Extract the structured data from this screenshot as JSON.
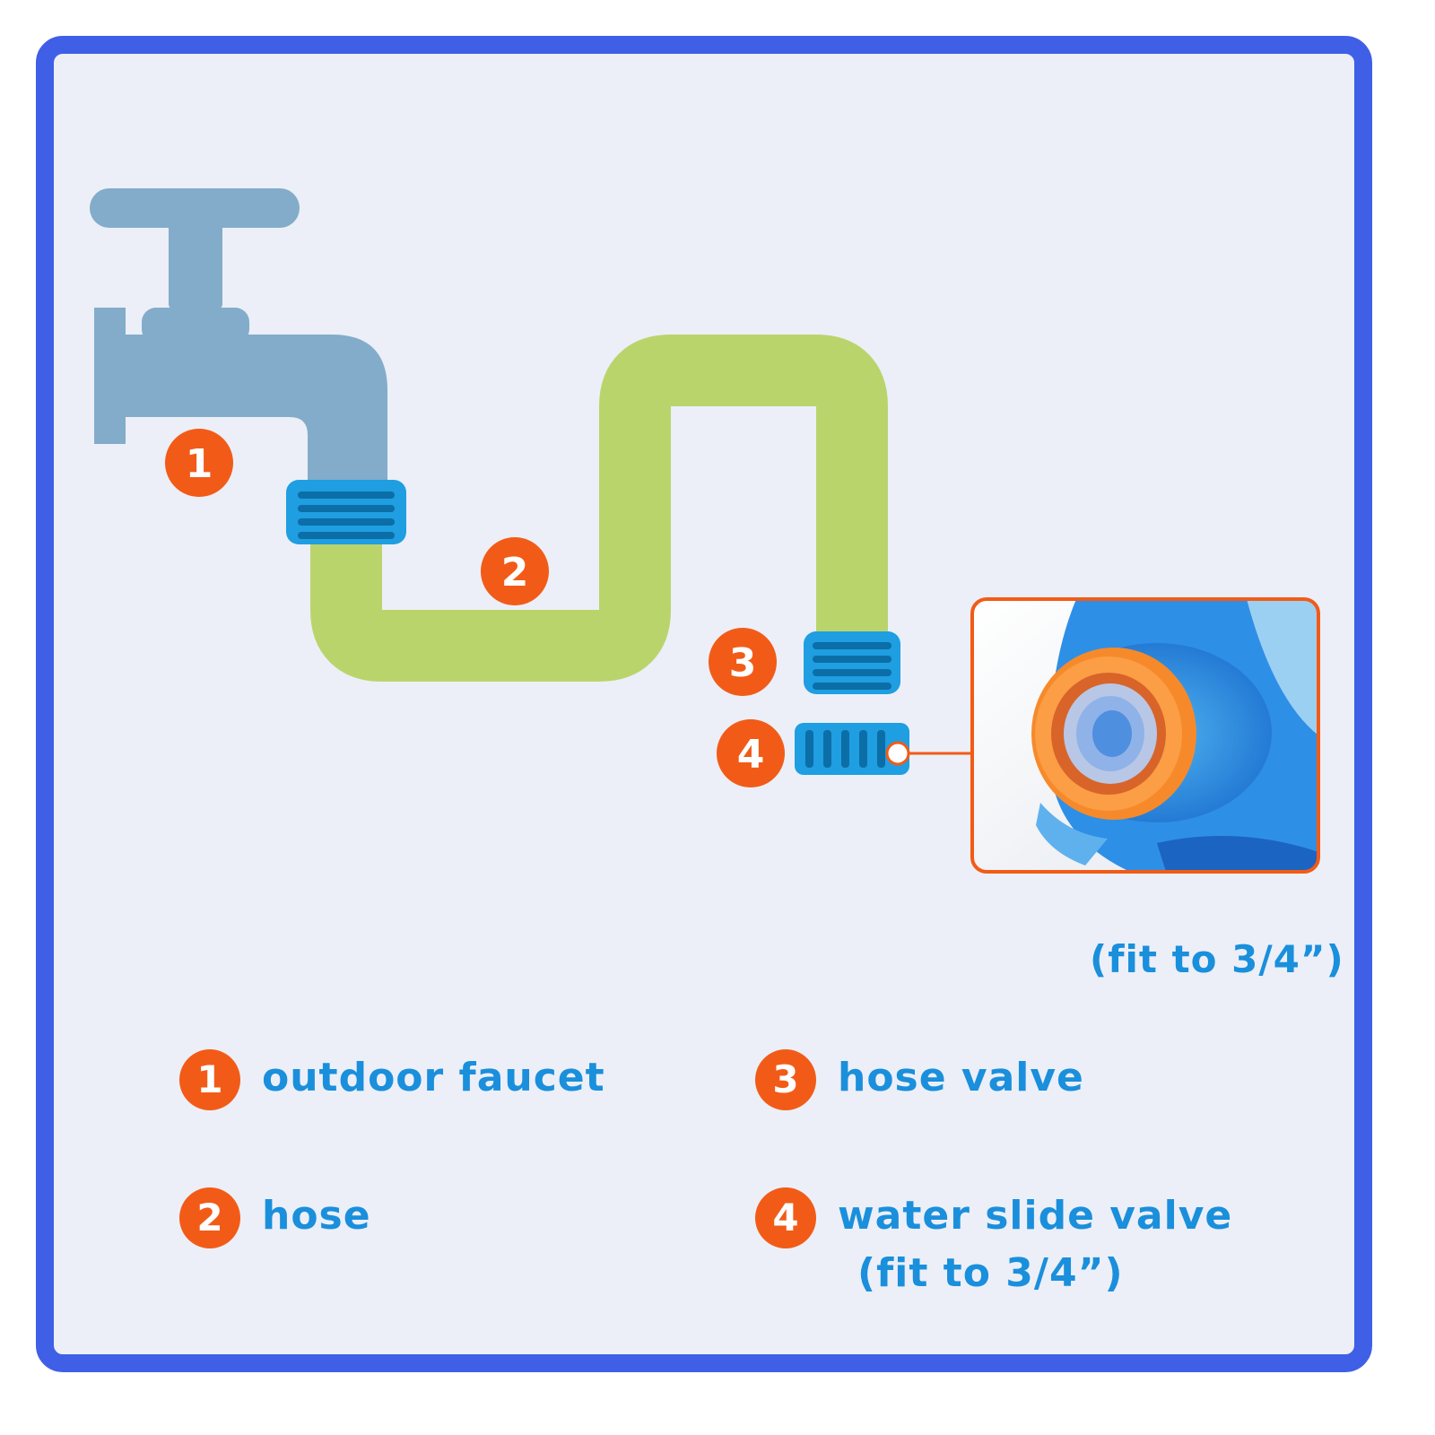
{
  "markers": [
    "1",
    "2",
    "3",
    "4"
  ],
  "photo_caption": "(fit to 3/4”)",
  "legend": [
    {
      "number": "1",
      "label": "outdoor faucet"
    },
    {
      "number": "2",
      "label": "hose"
    },
    {
      "number": "3",
      "label": "hose valve"
    },
    {
      "number": "4",
      "label": "water slide valve",
      "sublabel": "(fit to 3/4”)"
    }
  ],
  "colors": {
    "frame": "#3f5fe6",
    "background": "#eceff7",
    "faucet": "#82acca",
    "hose": "#bad46c",
    "connector": "#1f9ee2",
    "connector_stripe": "#0c6ea6",
    "badge": "#f25b17",
    "text": "#1a8fdc"
  }
}
